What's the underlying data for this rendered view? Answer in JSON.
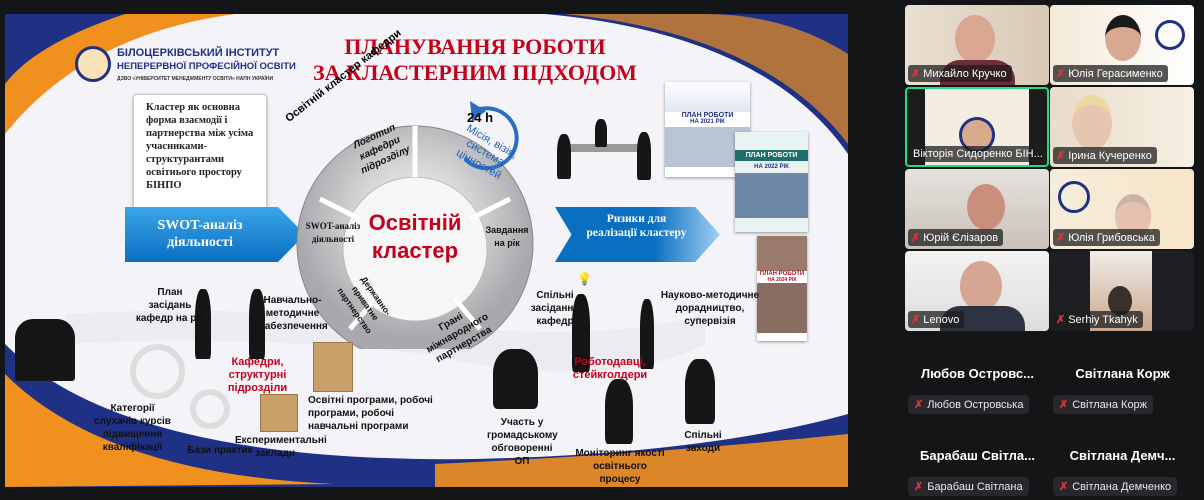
{
  "slide": {
    "institute_line1": "БІЛОЦЕРКІВСЬКИЙ ІНСТИТУТ",
    "institute_line2": "НЕПЕРЕРВНОЇ ПРОФЕСІЙНОЇ ОСВІТИ",
    "institute_line3": "ДЗВО «УНІВЕРСИТЕТ МЕНЕДЖМЕНТУ ОСВІТИ» НАПН УКРАЇНИ",
    "title_line1": "ПЛАНУВАННЯ РОБОТИ",
    "title_line2": "ЗА КЛАСТЕРНИМ ПІДХОДОМ",
    "cluster_definition": "Кластер як основна форма взаємодії і партнерства між усіма учасниками-структурантами освітнього простору БІНПО",
    "swot_arrow": "SWOT-аналіз діяльності",
    "risks_arrow": "Ризики для реалізації кластеру",
    "cycle_label": "24 h",
    "arc_title": "Освітній кластер кафедри",
    "center_line1": "Освітній",
    "center_line2": "кластер",
    "segments": {
      "logo": "Логотип кафедри підрозділу",
      "mission": "Місія, візія, система цінностей",
      "tasks": "Завдання на рік",
      "international": "Грані міжнародного партнерства",
      "public_private": "Державно-приватне партнерство",
      "swot": "SWOT-аналіз діяльності"
    },
    "left_group": {
      "title": "Кафедри, структурні підрозділи",
      "plan": "План засідань кафедр на рік",
      "methodical": "Навчально-методичне забезпечення",
      "categories": "Категорії слухачів курсів підвищення кваліфікації",
      "practice": "Бази практик",
      "experimental": "Експериментальні заклади",
      "programs": "Освітні програми, робочі програми, робочі навчальні програми"
    },
    "right_group": {
      "title": "Роботодавці, стейкголдери",
      "joint_meetings": "Спільні засідання кафедр",
      "consulting": "Науково-методичне дорадництво, супервізія",
      "public_discussion": "Участь у громадському обговоренні ОП",
      "monitoring": "Моніторинг якості освітнього процесу",
      "joint_events": "Спільні заходи"
    },
    "documents": [
      {
        "title": "ПЛАН РОБОТИ",
        "year": "НА 2021 РІК"
      },
      {
        "title": "ПЛАН РОБОТИ",
        "year": "НА 2022 РІК"
      },
      {
        "title": "ПЛАН РОБОТИ",
        "year": "НА 2024 РІК"
      }
    ]
  },
  "participants": [
    {
      "name": "Михайло Кручко",
      "muted": true
    },
    {
      "name": "Юлія Герасименко",
      "muted": true
    },
    {
      "name": "Вікторія Сидоренко БІН...",
      "muted": false,
      "active_speaker": true
    },
    {
      "name": "Ірина Кучеренко",
      "muted": true
    },
    {
      "name": "Юрій Єлізаров",
      "muted": true
    },
    {
      "name": "Юлія Грибовська",
      "muted": true
    },
    {
      "name": "Lenovo",
      "muted": true
    },
    {
      "name": "Serhiy Tkahyk",
      "muted": true
    }
  ],
  "no_video_participants": [
    {
      "display": "Любов  Островс...",
      "name": "Любов Островська"
    },
    {
      "display": "Світлана Корж",
      "name": "Світлана Корж"
    },
    {
      "display": "Барабаш  Світла...",
      "name": "Барабаш Світлана"
    },
    {
      "display": "Світлана  Демч...",
      "name": "Світлана Демченко"
    }
  ],
  "icons": {
    "mic_muted": "🎤̸"
  },
  "colors": {
    "active_speaker": "#1fdc8a",
    "title_red": "#c4001a",
    "arrow_blue": "#1a8fd8",
    "brand_orange": "#f0901e",
    "brand_navy": "#1f3185"
  }
}
